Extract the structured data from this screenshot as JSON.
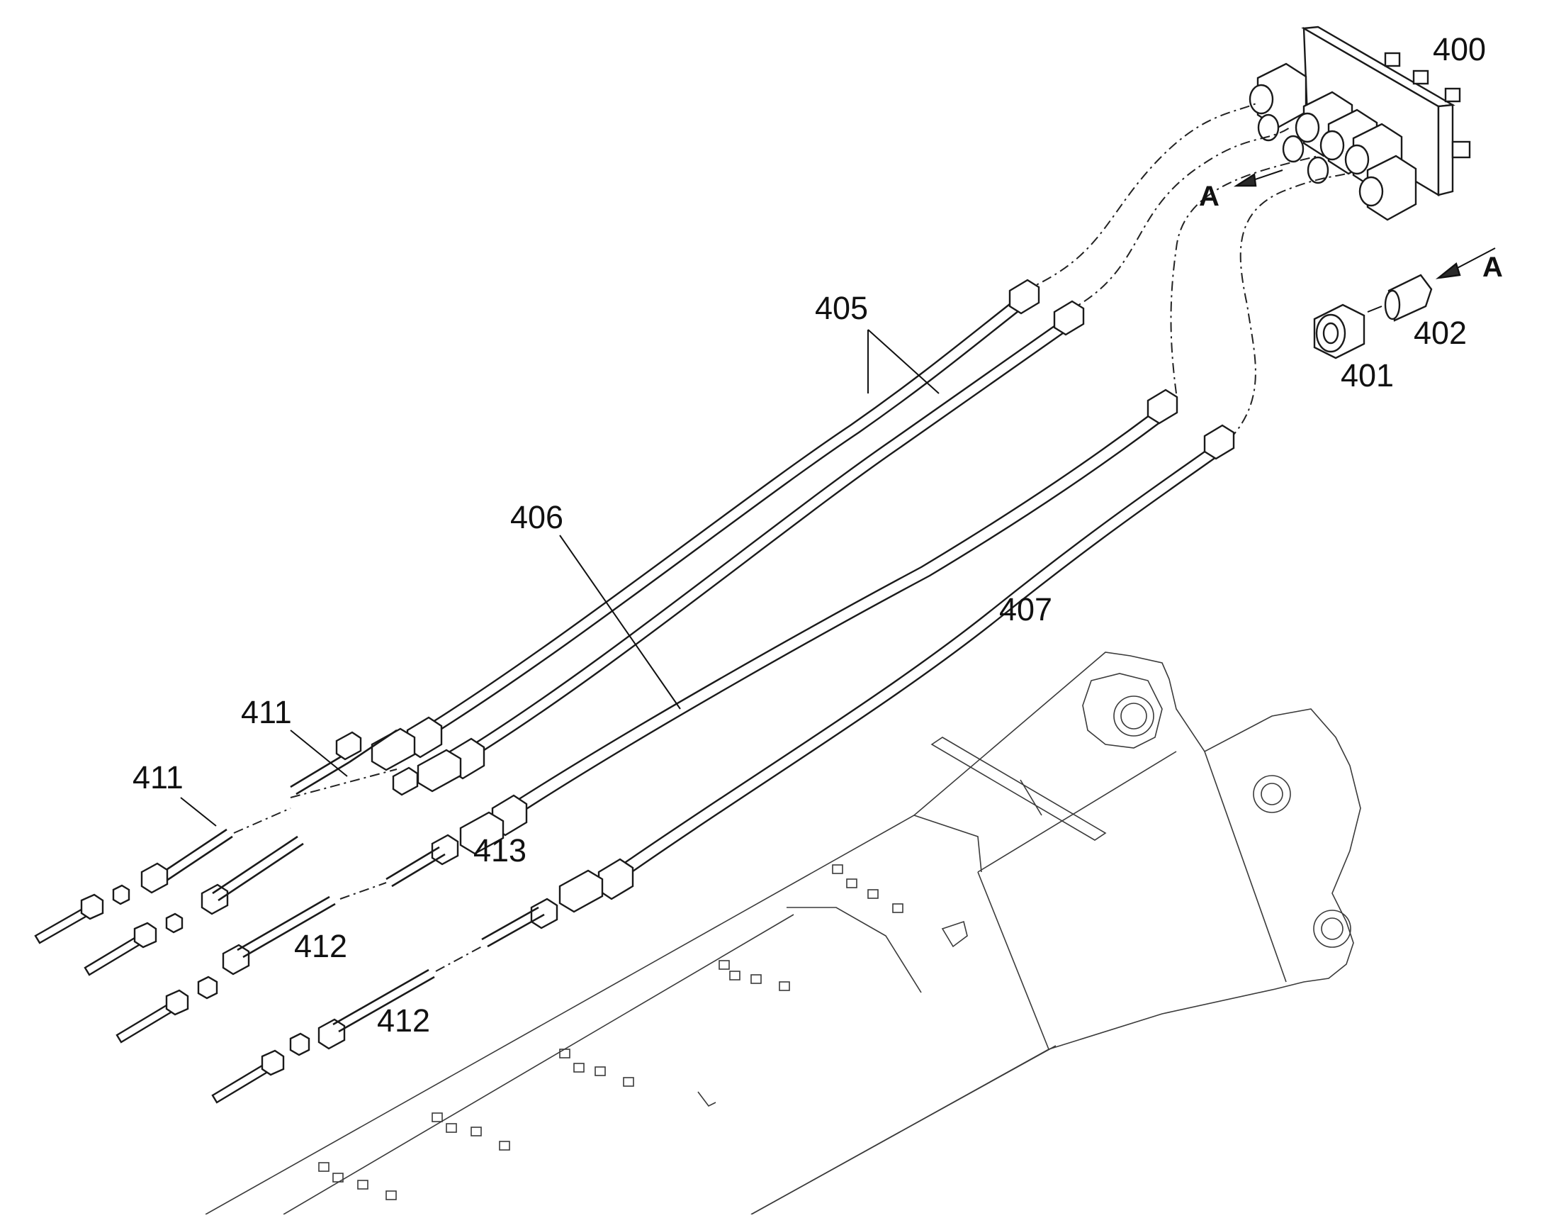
{
  "diagram": {
    "labels": {
      "l400": "400",
      "l401": "401",
      "l402": "402",
      "l405": "405",
      "l406": "406",
      "l407": "407",
      "l411a": "411",
      "l411b": "411",
      "l412a": "412",
      "l412b": "412",
      "l413": "413",
      "arrowA1": "A",
      "arrowA2": "A"
    },
    "colors": {
      "line": "#1a1a1a",
      "background": "#ffffff"
    }
  }
}
